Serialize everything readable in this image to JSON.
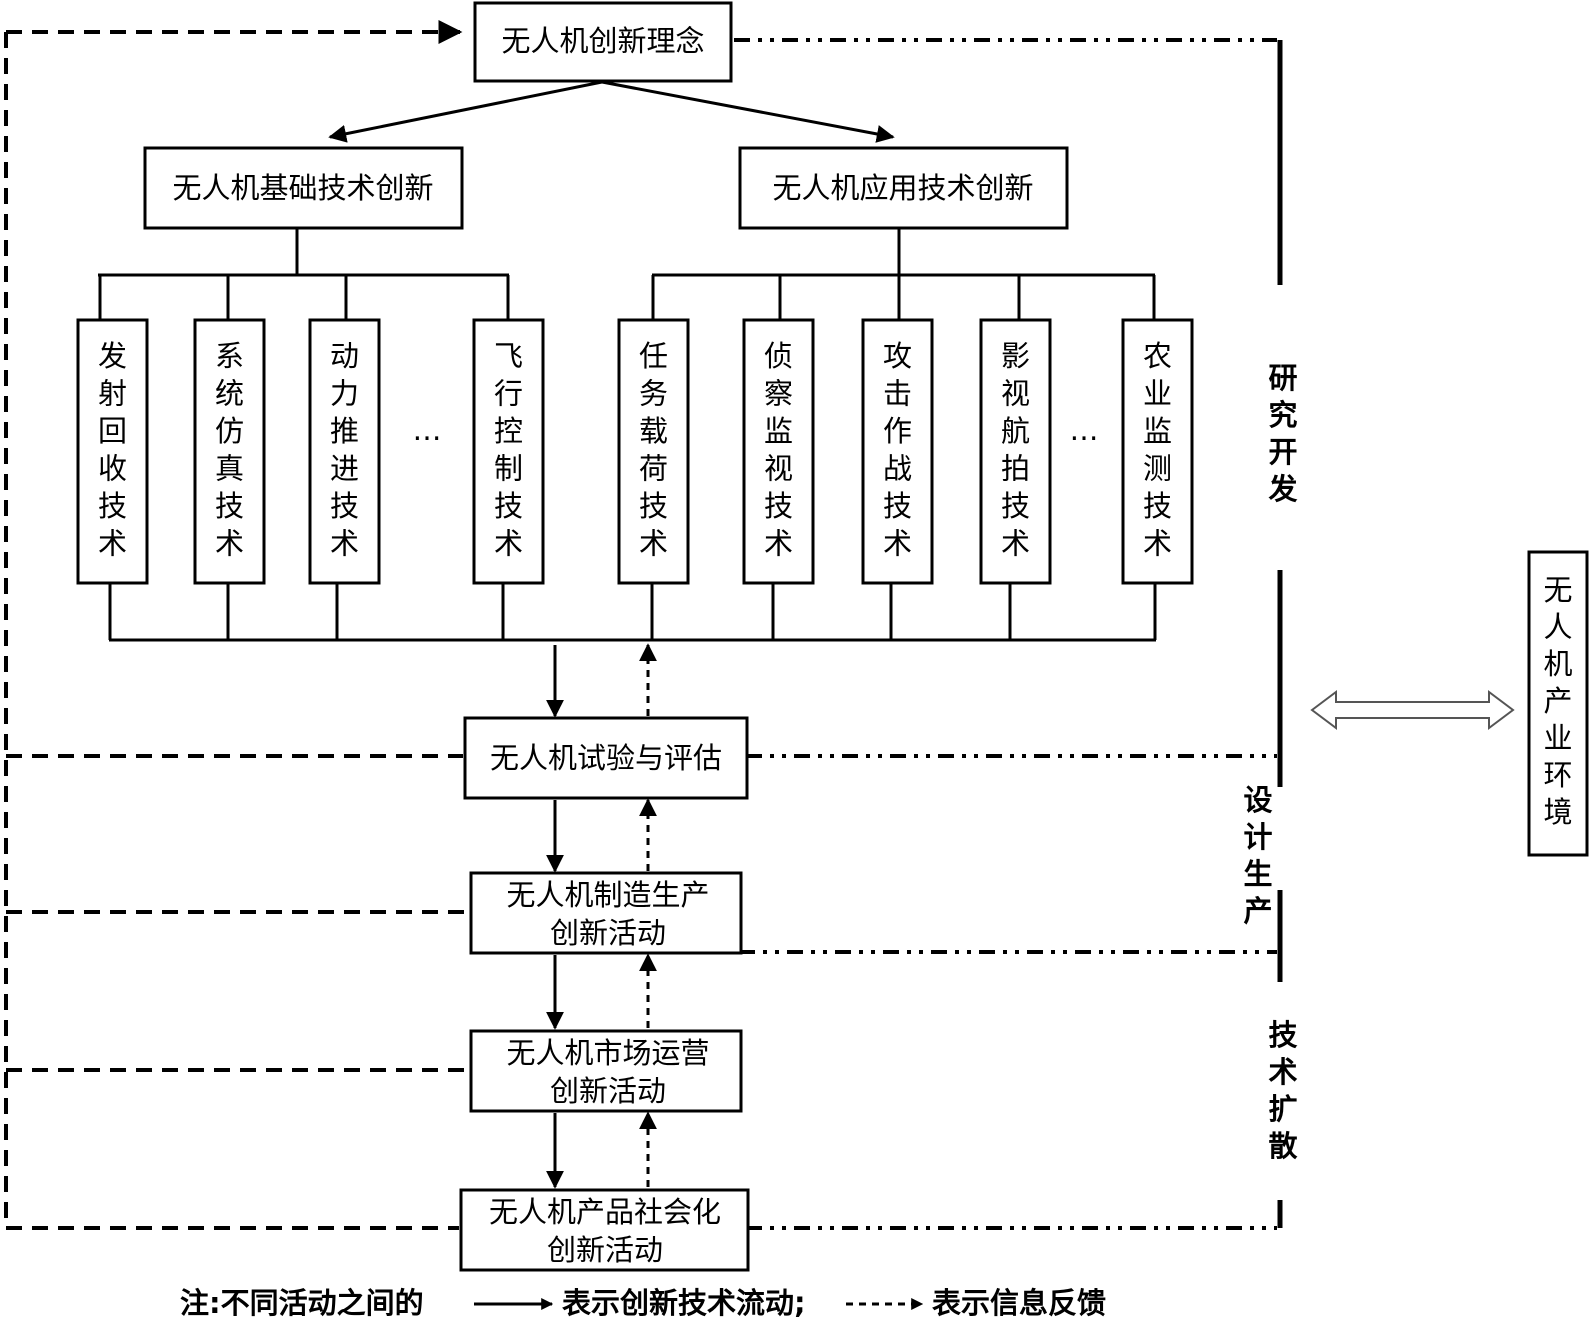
{
  "boxes": {
    "concept": "无人机创新理念",
    "basic": "无人机基础技术创新",
    "applied": "无人机应用技术创新",
    "trial": "无人机试验与评估",
    "manufacture_l1": "无人机制造生产",
    "manufacture_l2": "创新活动",
    "market_l1": "无人机市场运营",
    "market_l2": "创新活动",
    "social_l1": "无人机产品社会化",
    "social_l2": "创新活动",
    "environment": "无人机产业环境"
  },
  "basic_techs": [
    "发射回收技术",
    "系统仿真技术",
    "动力推进技术",
    "飞行控制技术"
  ],
  "applied_techs": [
    "任务载荷技术",
    "侦察监视技术",
    "攻击作战技术",
    "影视航拍技术",
    "农业监测技术"
  ],
  "ellipsis": "…",
  "stages": {
    "rd": "研究开发",
    "design": "设计生产",
    "diffusion": "技术扩散"
  },
  "note": {
    "prefix": "注:不同活动之间的",
    "solid_meaning": "表示创新技术流动;",
    "dashed_meaning": "表示信息反馈"
  }
}
